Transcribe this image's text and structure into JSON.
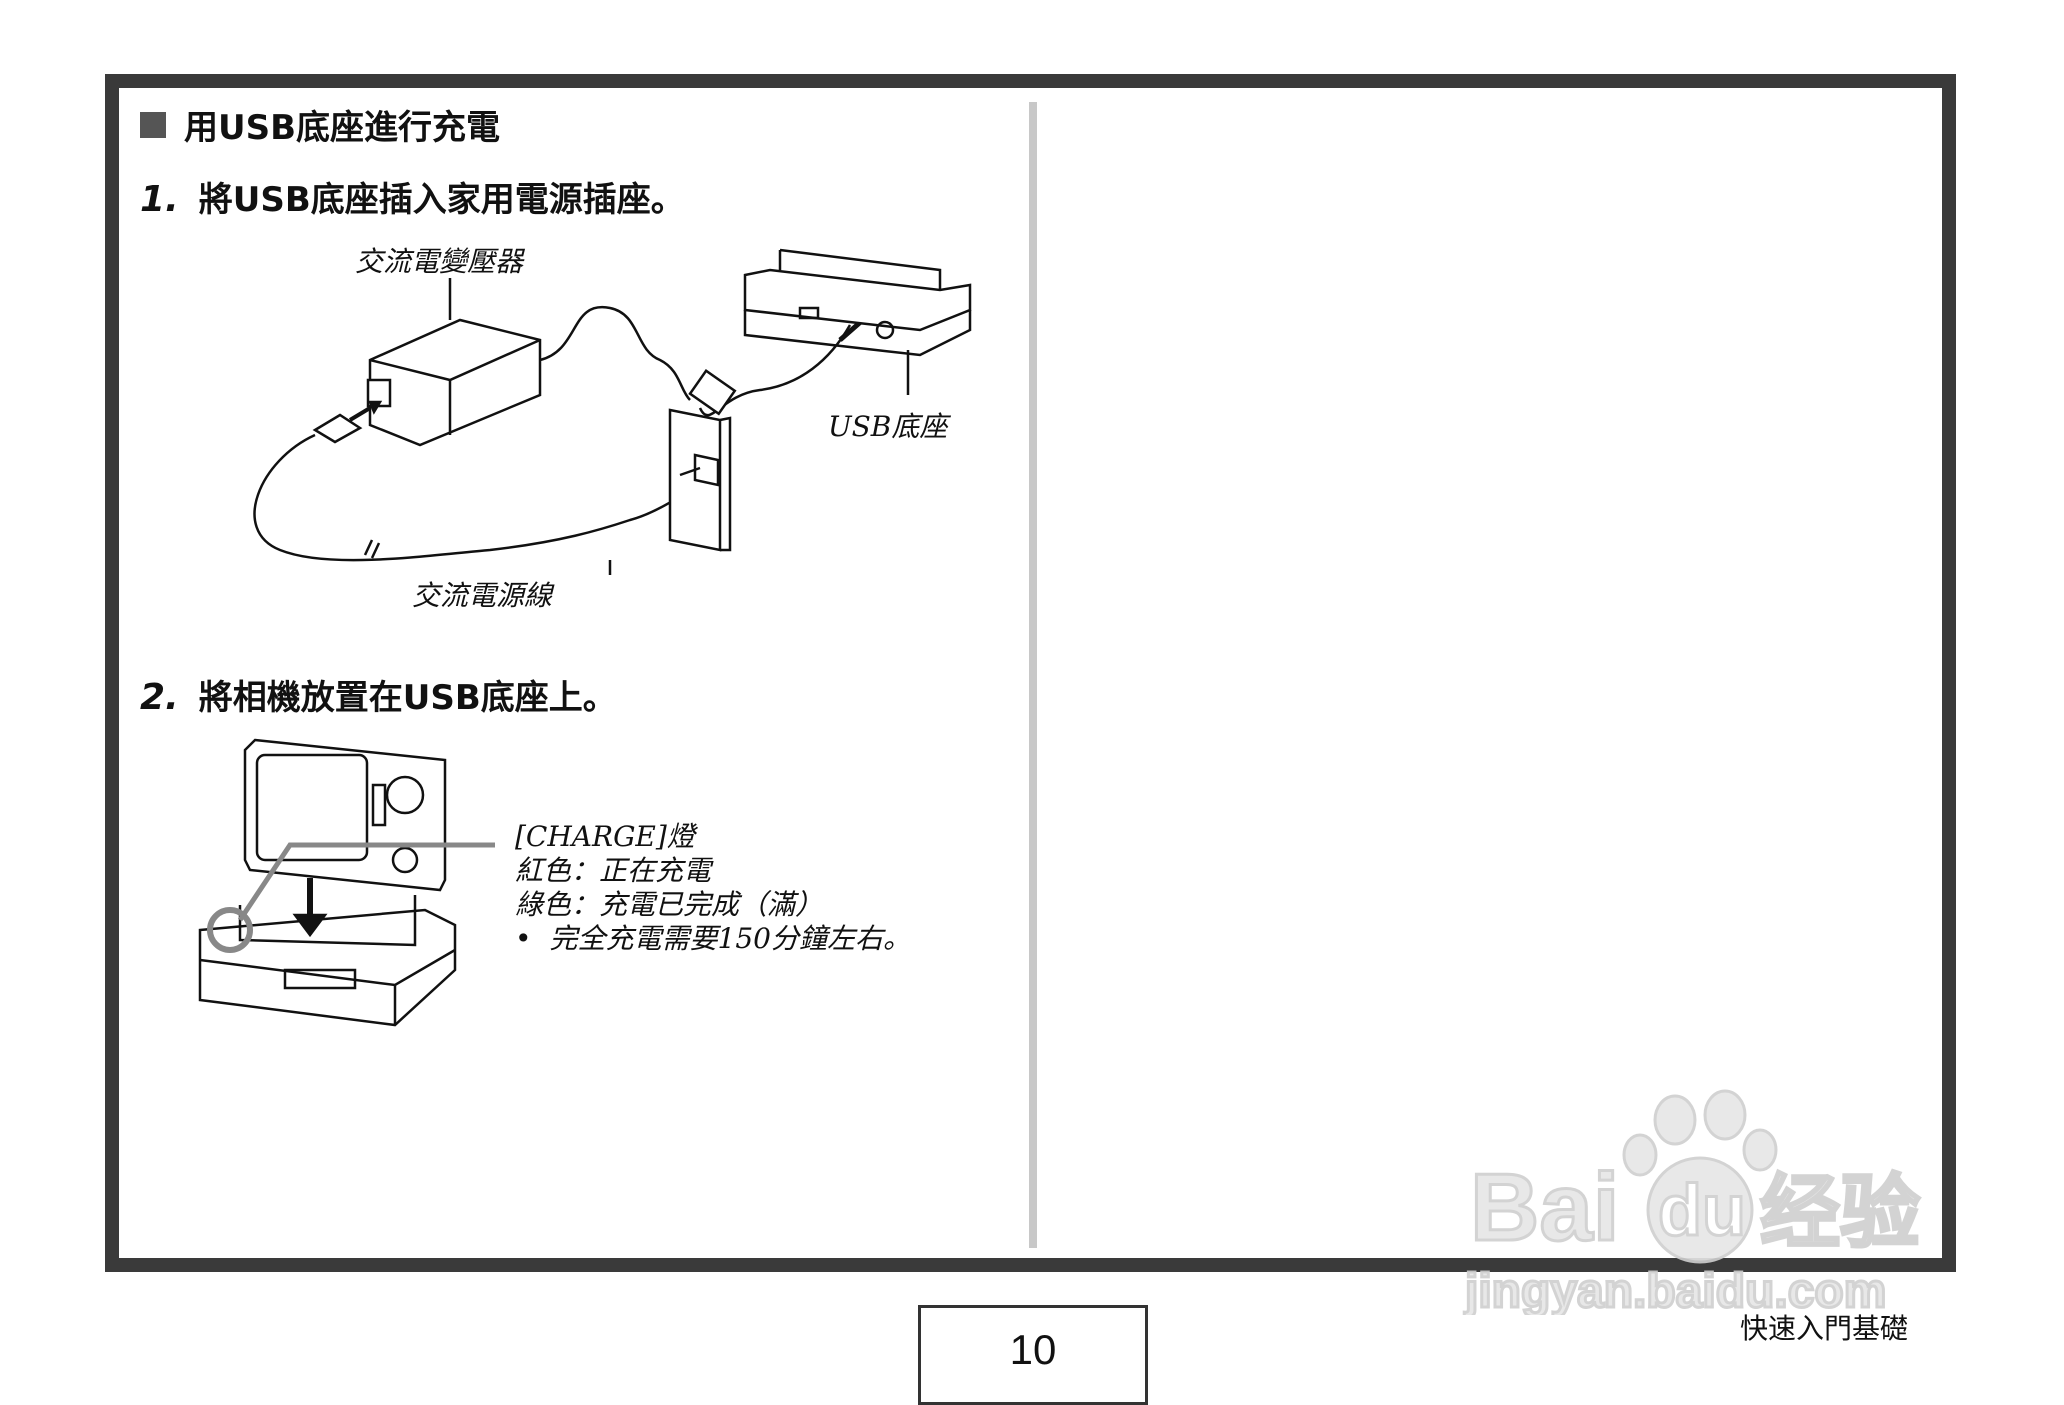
{
  "section": {
    "title": "用USB底座進行充電"
  },
  "steps": [
    {
      "num": "1.",
      "text": "將USB底座插入家用電源插座。"
    },
    {
      "num": "2.",
      "text": "將相機放置在USB底座上。"
    }
  ],
  "figure1": {
    "adapter_label": "交流電變壓器",
    "dock_label": "USB底座",
    "cord_label": "交流電源線"
  },
  "figure2": {
    "charge_title": "[CHARGE]燈",
    "red_line": "紅色：正在充電",
    "green_line": "綠色：充電已完成（滿）",
    "bullet": "•",
    "note": "完全充電需要150分鐘左右。"
  },
  "page": {
    "number": "10",
    "section_name": "快速入門基礎"
  },
  "watermark": {
    "brand": "Bai du 经验",
    "url": "jingyan.baidu.com"
  }
}
